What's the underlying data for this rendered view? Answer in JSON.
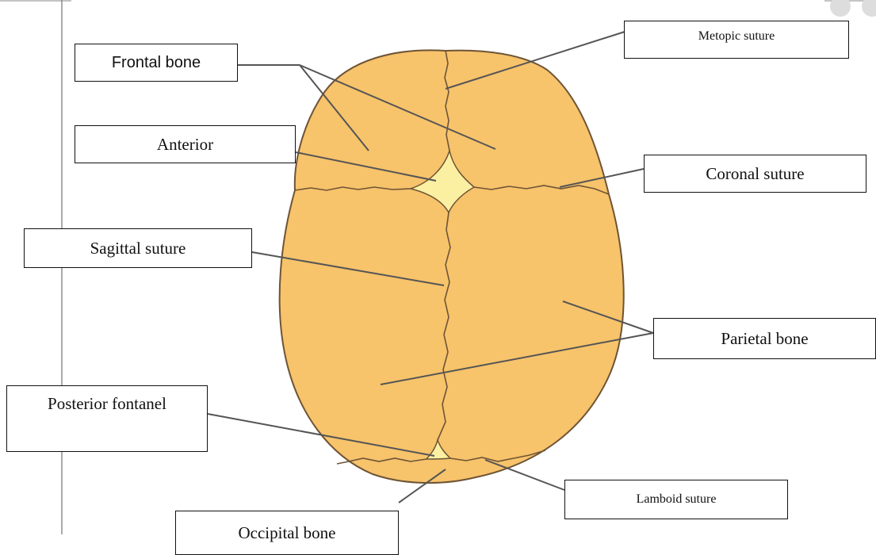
{
  "diagram": {
    "labels": {
      "frontal_bone": "Frontal bone",
      "metopic_suture": "Metopic suture",
      "anterior": "Anterior",
      "coronal_suture": "Coronal suture",
      "sagittal_suture": "Sagittal suture",
      "parietal_bone": "Parietal bone",
      "posterior_fontanel": "Posterior fontanel",
      "occipital_bone": "Occipital bone",
      "lamboid_suture": "Lamboid suture"
    },
    "colors": {
      "bone_fill": "#f7c36b",
      "fontanel_fill": "#fbf0a2",
      "outline": "#6e5436",
      "leader_line": "#555555",
      "label_border": "#111111"
    }
  }
}
